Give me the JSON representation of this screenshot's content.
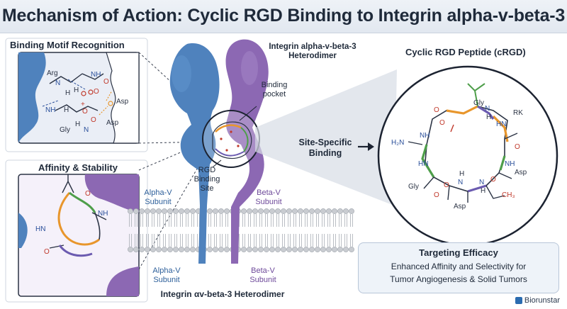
{
  "title": "Mechanism of Action: Cyclic RGD Binding to Integrin alpha-v-beta-3",
  "panels": {
    "binding_motif": {
      "heading": "Binding Motif Recognition",
      "atoms": [
        "Arg",
        "N",
        "H",
        "NH",
        "H",
        "O",
        "O",
        "Asp",
        "+",
        "NH",
        "H",
        "O",
        "O",
        "Gly",
        "N",
        "H",
        "Asp"
      ]
    },
    "affinity": {
      "heading": "Affinity & Stability",
      "atoms": [
        "NH",
        "HN",
        "O",
        "O"
      ]
    },
    "integrin": {
      "heading_line1": "Integrin alpha-v-beta-3",
      "heading_line2": "Heterodimer",
      "pocket_line1": "Binding",
      "pocket_line2": "pocket",
      "rgd_site_line1": "RGD",
      "rgd_site_line2": "Binding",
      "rgd_site_line3": "Site",
      "alpha_upper_line1": "Alpha-V",
      "alpha_upper_line2": "Subunit",
      "beta_upper_line1": "Beta-V",
      "beta_upper_line2": "Subunit",
      "alpha_lower_line1": "Alpha-V",
      "alpha_lower_line2": "Subunit",
      "beta_lower_line1": "Beta-V",
      "beta_lower_line2": "Subunit",
      "bottom_caption": "Integrin αv-beta-3 Heterodimer"
    },
    "site_specific": {
      "line1": "Site-Specific",
      "line2": "Binding"
    },
    "crgd": {
      "heading": "Cyclic RGD Peptide (cRGD)",
      "atoms": [
        "Gly",
        "N",
        "H",
        "HN",
        "RK",
        "H₂N",
        "NH",
        "O",
        "O",
        "O",
        "O",
        "HN",
        "NH",
        "Asp",
        "Gly",
        "O",
        "N",
        "H",
        "N",
        "H",
        "CH₃",
        "Asp",
        "O"
      ]
    },
    "efficacy": {
      "heading": "Targeting Efficacy",
      "line1": "Enhanced Affinity and Selectivity for",
      "line2": "Tumor Angiogenesis & Solid Tumors"
    }
  },
  "brand": "Biorunstar",
  "colors": {
    "alpha_subunit": "#4f82bd",
    "beta_subunit": "#8c68b3",
    "rgd_orange": "#e8962c",
    "rgd_green": "#4e9e4a",
    "bond_purple": "#6b5bb0",
    "membrane_head": "#c9ccd1"
  }
}
